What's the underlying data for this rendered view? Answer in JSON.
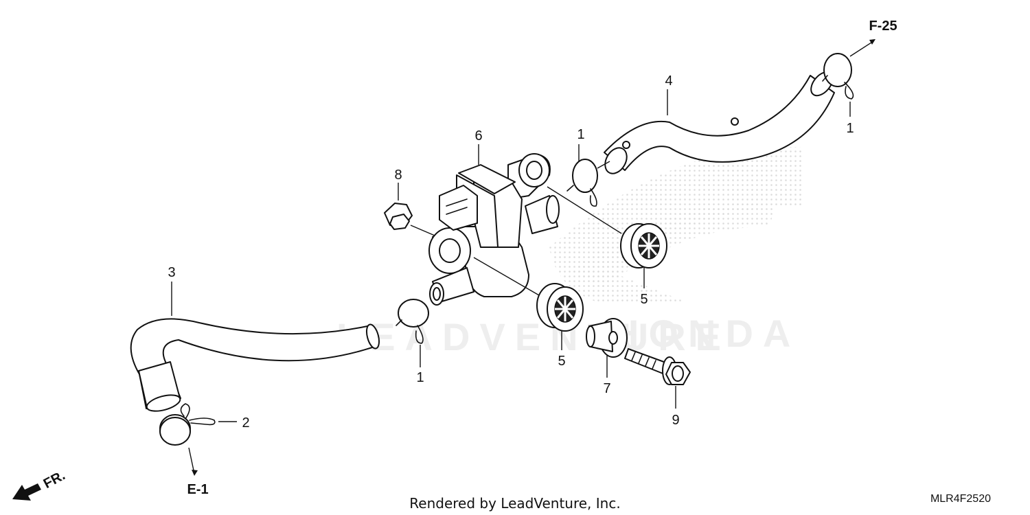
{
  "callouts": {
    "c1a": "1",
    "c1b": "1",
    "c1c": "1",
    "c2": "2",
    "c3": "3",
    "c4": "4",
    "c5a": "5",
    "c5b": "5",
    "c6": "6",
    "c7": "7",
    "c8": "8",
    "c9": "9"
  },
  "references": {
    "top_right": "F-25",
    "bottom_left": "E-1",
    "front": "FR."
  },
  "watermark": {
    "brand": "LEADVENTURE",
    "logo_text": "HONDA"
  },
  "footer": {
    "credit": "Rendered by LeadVenture, Inc.",
    "diagram_code": "MLR4F2520"
  },
  "colors": {
    "line": "#111111",
    "watermark": "#eeeeee",
    "background": "#ffffff"
  }
}
